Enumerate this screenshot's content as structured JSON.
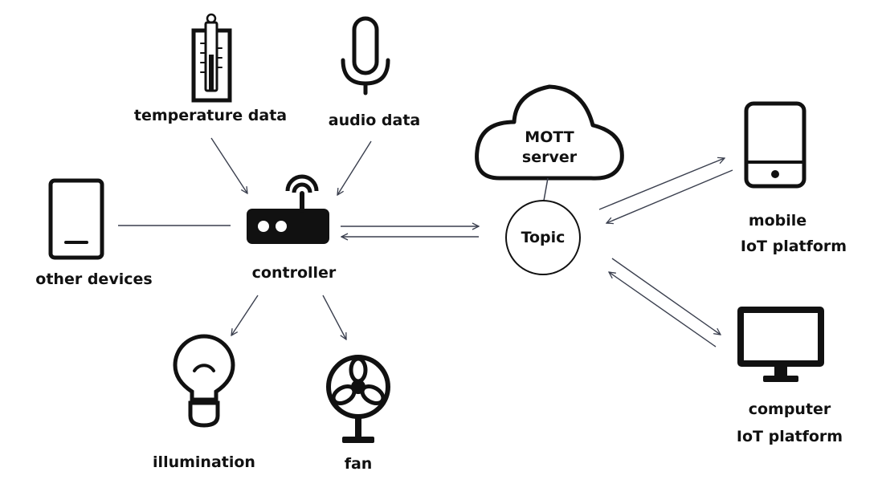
{
  "labels": {
    "temperature": "temperature data",
    "audio": "audio data",
    "controller": "controller",
    "other_devices": "other devices",
    "illumination": "illumination",
    "fan": "fan",
    "mqtt_line1": "MOTT",
    "mqtt_line2": "server",
    "topic": "Topic",
    "mobile_line1": "mobile",
    "mobile_line2": "IoT platform",
    "computer_line1": "computer",
    "computer_line2": "IoT platform"
  },
  "colors": {
    "ink": "#111111",
    "arrow": "#3a3f4e",
    "background": "#ffffff"
  },
  "icons": {
    "temperature": "thermometer-icon",
    "audio": "microphone-icon",
    "controller": "router-icon",
    "other_devices": "tablet-icon",
    "illumination": "lightbulb-icon",
    "fan": "fan-icon",
    "mqtt": "cloud-icon",
    "mobile": "smartphone-icon",
    "computer": "monitor-icon"
  }
}
